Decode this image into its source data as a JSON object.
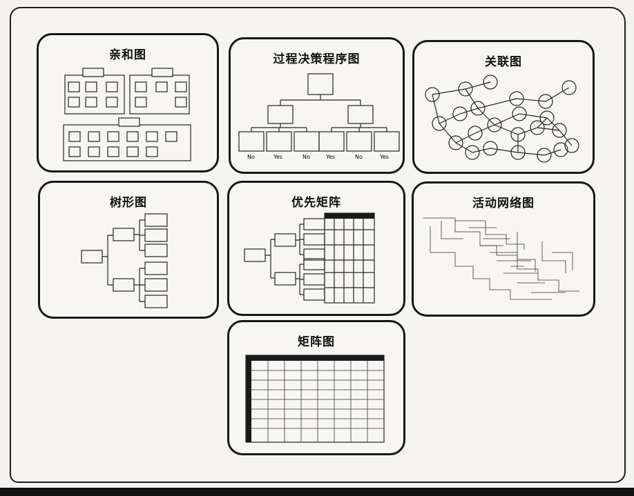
{
  "panels": {
    "affinity": {
      "title": "亲和图"
    },
    "pdpc": {
      "title": "过程决策程序图",
      "leaf_labels": [
        "No",
        "Yes",
        "No",
        "Yes",
        "No",
        "Yes"
      ]
    },
    "relation": {
      "title": "关联图"
    },
    "tree": {
      "title": "树形图"
    },
    "priority_matrix": {
      "title": "优先矩阵"
    },
    "activity_network": {
      "title": "活动网络图"
    },
    "matrix": {
      "title": "矩阵图"
    }
  },
  "colors": {
    "ink": "#161616",
    "paper": "#f7f6f3",
    "header": "#1a1a1a"
  },
  "icons": []
}
